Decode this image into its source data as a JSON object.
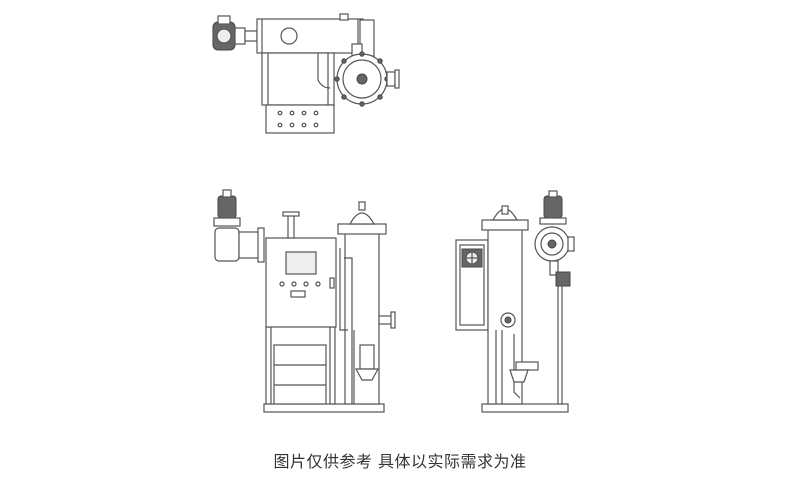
{
  "caption": "图片仅供参考 具体以实际需求为准",
  "colors": {
    "line": "#555555",
    "fill": "#ffffff",
    "dark": "#666666",
    "caption": "#333333"
  },
  "views": [
    {
      "id": "top-view"
    },
    {
      "id": "front-view"
    },
    {
      "id": "side-view"
    }
  ]
}
